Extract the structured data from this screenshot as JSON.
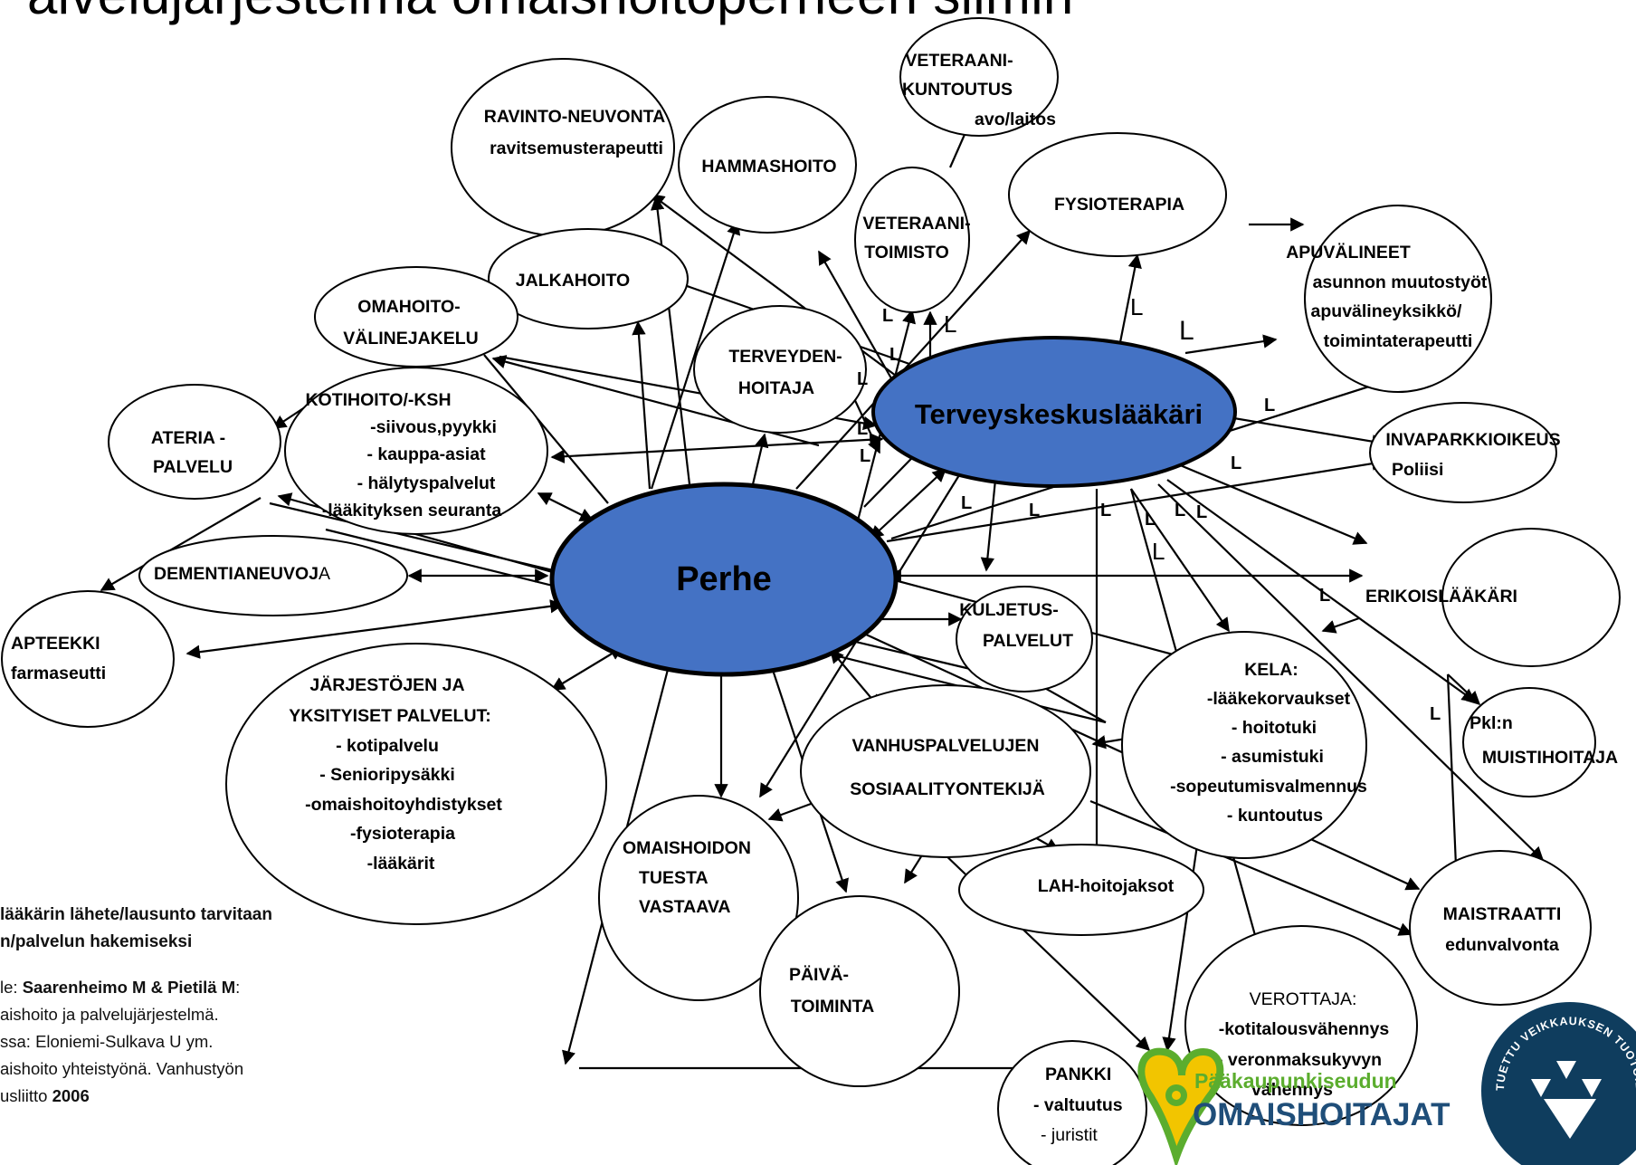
{
  "title": "alvelujärjestelmä omaishoitoperheen silmin",
  "nodes": {
    "perhe": "Perhe",
    "terveyskeskuslaakari": "Terveyskeskuslääkäri",
    "veteraanikuntoutus": [
      "VETERAANI-",
      "KUNTOUTUS",
      "avo/laitos"
    ],
    "ravintoneuvonta": [
      "RAVINTO-NEUVONTA",
      "ravitsemusterapeutti"
    ],
    "hammashoito": "HAMMASHOITO",
    "veteraanitoimisto": [
      "VETERAANI-",
      "TOIMISTO"
    ],
    "fysioterapia": "FYSIOTERAPIA",
    "apuvalineet": [
      "APUVÄLINEET",
      "asunnon muutostyöt",
      "apuvälineyksikkö/",
      "toimintaterapeutti"
    ],
    "jalkahoito": "JALKAHOITO",
    "omahoito": [
      "OMAHOITO-",
      "VÄLINEJAKELU"
    ],
    "terveydenhoitaja": [
      "TERVEYDEN-",
      "HOITAJA"
    ],
    "kotihoito": [
      "KOTIHOITO/-KSH",
      "-siivous,pyykki",
      "- kauppa-asiat",
      "- hälytyspalvelut",
      "-lääkityksen seuranta"
    ],
    "ateria": [
      "ATERIA -",
      "PALVELU"
    ],
    "invapaikka": [
      "INVAPARKKIOIKEUS",
      "Poliisi"
    ],
    "dementianeuvoja": [
      "DEMENTIANEUVOJ",
      "A"
    ],
    "erikoislaakari": "ERIKOISLÄÄKÄRI",
    "apteekki": [
      "APTEEKKI",
      "farmaseutti"
    ],
    "kuljetus": [
      "KULJETUS-",
      "PALVELUT"
    ],
    "kela": [
      "KELA:",
      "-lääkekorvaukset",
      "- hoitotuki",
      "- asumistuki",
      "-sopeutumisvalmennus",
      "- kuntoutus"
    ],
    "jarjestot": [
      "JÄRJESTÖJEN JA",
      "YKSITYISET PALVELUT:",
      "- kotipalvelu",
      "- Senioripysäkki",
      "-omaishoitoyhdistykset",
      "-fysioterapia",
      "-lääkärit"
    ],
    "vanhuspalvelut": [
      "VANHUSPALVELUJEN",
      "SOSIAALITYONTEKIJÄ"
    ],
    "pkl": [
      "Pkl:n",
      "MUISTIHOITAJA"
    ],
    "omaishoidon": [
      "OMAISHOIDON",
      "TUESTA",
      "VASTAAVA"
    ],
    "lah": "LAH-hoitojaksot",
    "maistraatti": [
      "MAISTRAATTI",
      "edunvalvonta"
    ],
    "paivatoiminta": [
      "PÄIVÄ-",
      "TOIMINTA"
    ],
    "verottaja": [
      "VEROTTAJA:",
      "-kotitalousvähennys",
      "- veronmaksukyvyn",
      "vähennys"
    ],
    "pankki": [
      "PANKKI",
      "- valtuutus",
      "- juristit"
    ]
  },
  "l_marker": "L",
  "legend": [
    "lääkärin lähete/lausunto tarvitaan",
    "n/palvelun hakemiseksi"
  ],
  "source": {
    "prefix": "le: ",
    "authors": "Saarenheimo M & Pietilä M",
    "colon": ":",
    "line2": "aishoito ja palvelujärjestelmä.",
    "line3": "ssa: Eloniemi-Sulkava U ym.",
    "line4": "aishoito yhteistyönä. Vanhustyön",
    "line5_prefix": "usliitto ",
    "year": "2006"
  },
  "logos": {
    "omaishoitajat_top": "Pääkaupunkiseudun",
    "omaishoitajat_bottom": "OMAISHOITAJAT",
    "veikkaus_ring": "TUETTU VEIKKAUKSEN TUOTOILLA"
  },
  "colors": {
    "center_fill": "#4472C4",
    "center_border": "#000000",
    "logo_green": "#5BAD2E",
    "logo_yellow": "#F2C500",
    "logo_blue": "#1F4E79",
    "veikkaus_blue": "#0F3D5E"
  }
}
